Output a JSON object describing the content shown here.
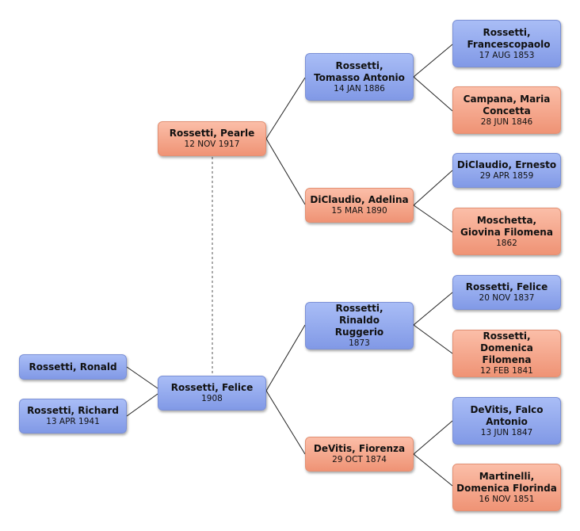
{
  "people": {
    "ronald": {
      "name": "Rossetti, Ronald",
      "date": ""
    },
    "richard": {
      "name": "Rossetti, Richard",
      "date": "13 APR 1941"
    },
    "felice": {
      "name": "Rossetti, Felice",
      "date": "1908"
    },
    "pearle": {
      "name": "Rossetti, Pearle",
      "date": "12 NOV 1917"
    },
    "tomasso": {
      "name": "Rossetti, Tomasso Antonio",
      "date": "14 JAN 1886"
    },
    "adelina": {
      "name": "DiClaudio, Adelina",
      "date": "15 MAR 1890"
    },
    "rinaldo": {
      "name": "Rossetti, Rinaldo Ruggerio",
      "date": "1873"
    },
    "fiorenza": {
      "name": "DeVitis, Fiorenza",
      "date": "29 OCT 1874"
    },
    "francescopaolo": {
      "name": "Rossetti, Francescopaolo",
      "date": "17 AUG 1853"
    },
    "maria": {
      "name": "Campana, Maria Concetta",
      "date": "28 JUN 1846"
    },
    "ernesto": {
      "name": "DiClaudio, Ernesto",
      "date": "29 APR 1859"
    },
    "giovina": {
      "name": "Moschetta, Giovina Filomena",
      "date": "1862"
    },
    "felice_sr": {
      "name": "Rossetti, Felice",
      "date": "20 NOV 1837"
    },
    "domenica": {
      "name": "Rossetti, Domenica Filomena",
      "date": "12 FEB 1841"
    },
    "falco": {
      "name": "DeVitis, Falco Antonio",
      "date": "13 JUN 1847"
    },
    "domenica_florinda": {
      "name": "Martinelli, Domenica Florinda",
      "date": "16 NOV 1851"
    }
  },
  "colors": {
    "male_fill": "#8fa6ee",
    "female_fill": "#f4a286",
    "connector": "#222222"
  }
}
